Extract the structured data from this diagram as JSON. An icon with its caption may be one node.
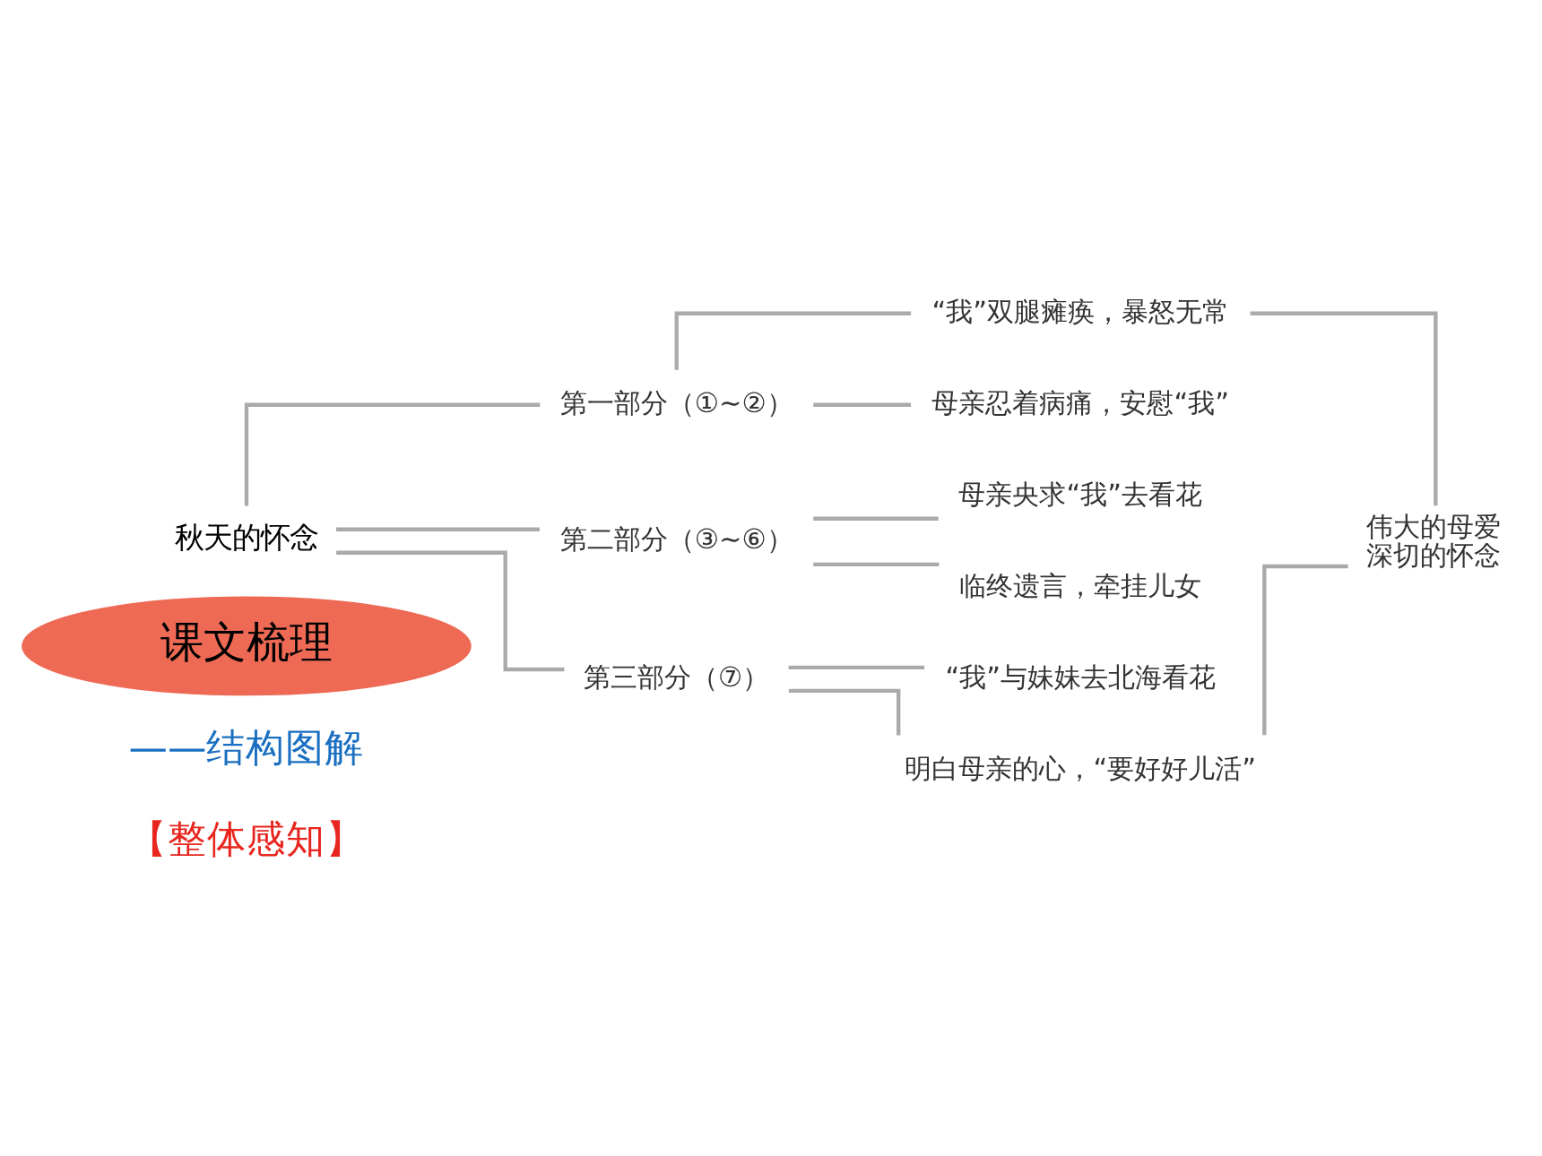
{
  "diagram": {
    "nodes": [
      {
        "text": [
          "课文梳理"
        ]
      },
      {
        "text": [
          "秋天的怀念"
        ]
      },
      {
        "text": [
          "第一部分（①~②）"
        ]
      },
      {
        "text": [
          "第二部分（③~⑥）"
        ]
      },
      {
        "text": [
          "第三部分（⑦）"
        ]
      },
      {
        "text": [
          "“我”双腿瘫痪，暴怒无常"
        ]
      },
      {
        "text": [
          "母亲忍着病痛，安慰“我”"
        ]
      },
      {
        "text": [
          "母亲央求“我”去看花"
        ]
      },
      {
        "text": [
          "临终遗言，牵挂儿女"
        ]
      },
      {
        "text": [
          "“我”与妹妹去北海看花"
        ]
      },
      {
        "text": [
          "明白母亲的心，“要好好儿活”"
        ]
      },
      {
        "text": [
          "伟大的母爱",
          "深切的怀念"
        ]
      }
    ],
    "edges": [
      {
        "from": 1,
        "to": 2,
        "arrow": "none"
      },
      {
        "from": 1,
        "to": 3,
        "arrow": "none"
      },
      {
        "from": 1,
        "to": 4,
        "arrow": "none"
      },
      {
        "from": 2,
        "to": 5,
        "arrow": "none"
      },
      {
        "from": 2,
        "to": 6,
        "arrow": "none"
      },
      {
        "from": 3,
        "to": 7,
        "arrow": "none"
      },
      {
        "from": 3,
        "to": 8,
        "arrow": "none"
      },
      {
        "from": 4,
        "to": 9,
        "arrow": "none"
      },
      {
        "from": 4,
        "to": 10,
        "arrow": "none"
      },
      {
        "from": 5,
        "to": 11,
        "arrow": "none"
      },
      {
        "from": 10,
        "to": 11,
        "arrow": "none"
      }
    ],
    "labels": [
      "【整体感知】",
      "——结构图解"
    ]
  }
}
